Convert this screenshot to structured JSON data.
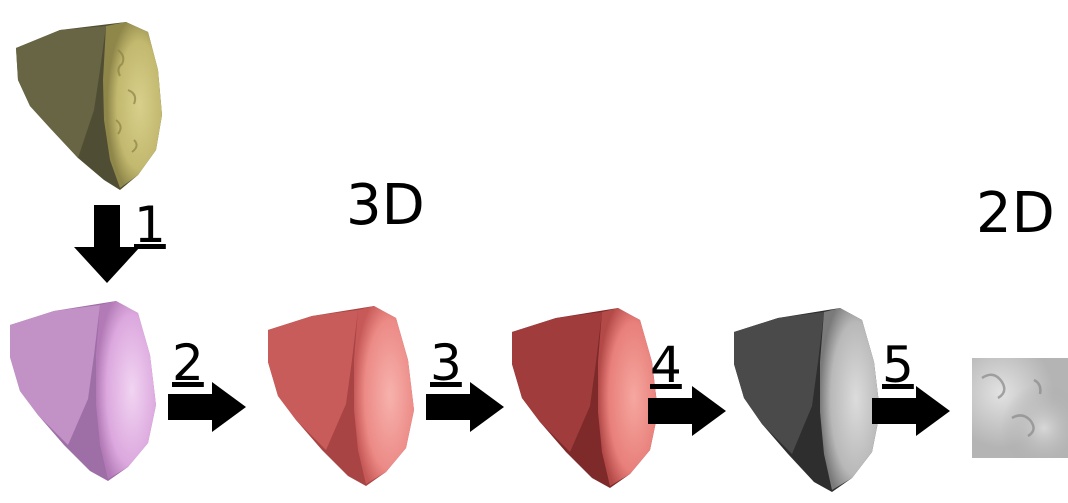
{
  "labels": {
    "three_d": "3D",
    "two_d": "2D"
  },
  "steps": [
    "1",
    "2",
    "3",
    "4",
    "5"
  ],
  "colors": {
    "raw_surface": "#c9c07a",
    "raw_side": "#5c5a3a",
    "mesh_surface": "#e4b6e6",
    "mesh_side": "#9a6aa0",
    "smooth_surface": "#f19a9a",
    "smooth_side": "#b24a4a",
    "shaded_surface": "#f2938e",
    "shaded_side": "#8e3232",
    "gray_surface": "#c8c8c8",
    "gray_side": "#3c3c3c",
    "map_gray": "#bdbdbd",
    "arrow": "#000000"
  }
}
